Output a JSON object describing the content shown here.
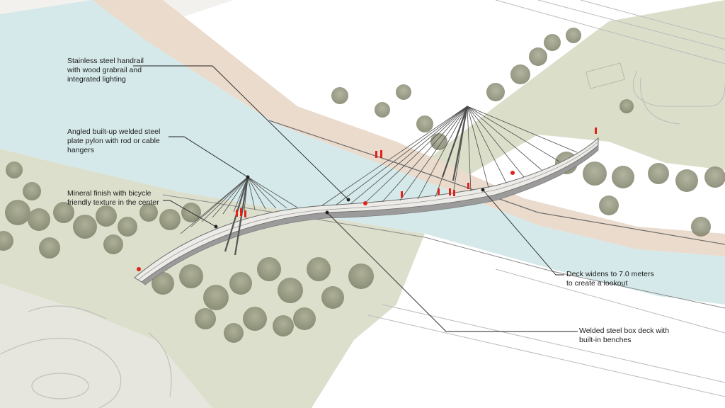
{
  "annotations": {
    "handrail": "Stainless steel handrail\nwith wood grabrail and\nintegrated lighting",
    "pylon": "Angled built-up welded steel\nplate pylon with rod or cable\nhangers",
    "finish": "Mineral finish with bicycle\nfriendly texture in the center",
    "lookout": "Deck widens to 7.0 meters\nto create a lookout",
    "deck": "Welded steel box deck with\nbuilt-in benches"
  },
  "colors": {
    "water": "#d6eaeb",
    "bank_path": "#e9d9c9",
    "grass": "#d9ddc8",
    "deck": "#efedea",
    "cable": "#4a4a4a",
    "people": "#e0231c",
    "leader_line": "#222222"
  }
}
